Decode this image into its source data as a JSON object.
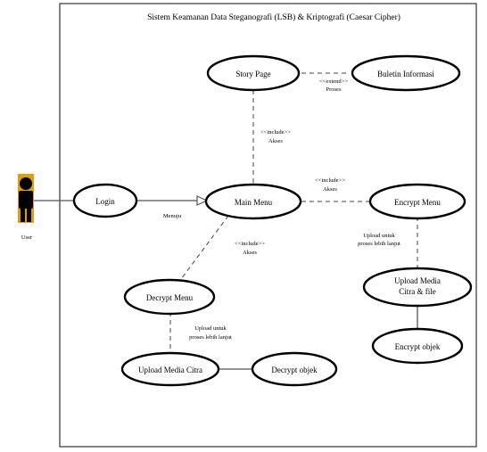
{
  "title": "Sistem Keamanan Data Steganografi (LSB) & Kriptografi (Caesar Cipher)",
  "actor": {
    "name": "User"
  },
  "use_cases": {
    "story_page": "Story Page",
    "bulletin": "Buletin Informasi",
    "login": "Login",
    "main_menu": "Main Menu",
    "encrypt_menu": "Encrypt Menu",
    "upload_media_file_line1": "Upload Media",
    "upload_media_file_line2": "Citra & file",
    "encrypt_objek": "Encrypt objek",
    "decrypt_menu": "Decrypt Menu",
    "upload_media_citra": "Upload Media Citra",
    "decrypt_objek": "Decrypt objek"
  },
  "relations": {
    "story_bulletin_stereo": "<<extend>>",
    "story_bulletin_label": "Proses",
    "main_story_stereo": "<<include>>",
    "main_story_label": "Akses",
    "login_main_label": "Menuju",
    "main_encrypt_stereo": "<<include>>",
    "main_encrypt_label": "Akses",
    "main_decrypt_stereo": "<<include>>",
    "main_decrypt_label": "Akses",
    "encrypt_upload_line1": "Upload untuk",
    "encrypt_upload_line2": "proses lebih lanjut",
    "decrypt_upload_line1": "Upload untuk",
    "decrypt_upload_line2": "proses lebih lanjut"
  }
}
